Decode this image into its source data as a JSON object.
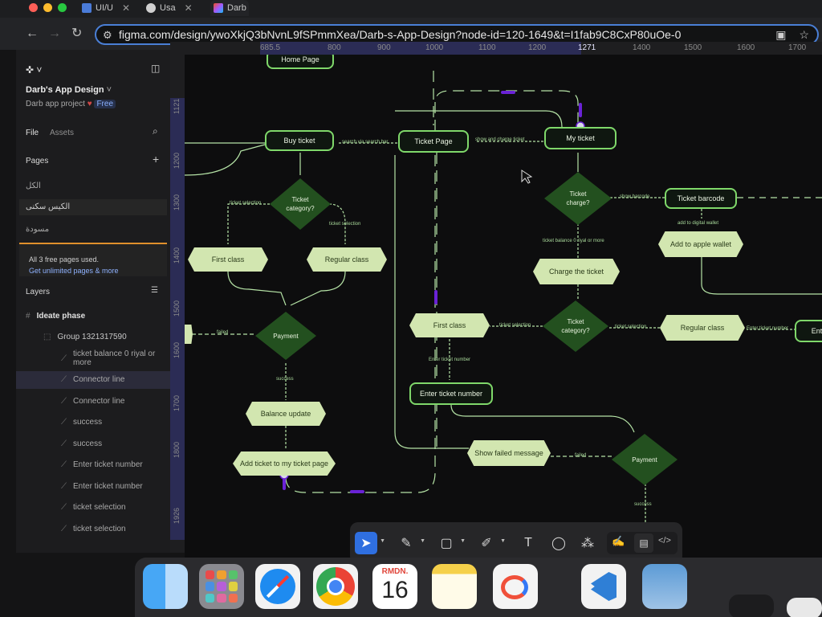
{
  "browser": {
    "tabs": [
      {
        "title": "UI/U"
      },
      {
        "title": "Usa"
      },
      {
        "title": "Darb"
      }
    ],
    "url": "figma.com/design/ywoXkjQ3bNvnL9fSPmmXea/Darb-s-App-Design?node-id=120-1649&t=I1fab9C8CxP80uOe-0"
  },
  "figma": {
    "file_name": "Darb's App Design",
    "project": "Darb app project",
    "plan_badge": "Free",
    "panel_tabs": {
      "file": "File",
      "assets": "Assets"
    },
    "pages_header": "Pages",
    "pages": [
      "الكل",
      "الكيس سكنى",
      "مسودة"
    ],
    "banner": {
      "text": "All 3 free pages used.",
      "link": "Get unlimited pages & more"
    },
    "layers_header": "Layers",
    "layers": [
      {
        "label": "Ideate phase",
        "level": 0
      },
      {
        "label": "Group 1321317590",
        "level": 1
      },
      {
        "label": "ticket balance 0 riyal or more",
        "level": 2
      },
      {
        "label": "Connector line",
        "level": 2,
        "selected": true
      },
      {
        "label": "Connector line",
        "level": 2
      },
      {
        "label": "success",
        "level": 2
      },
      {
        "label": "success",
        "level": 2
      },
      {
        "label": "Enter ticket number",
        "level": 2
      },
      {
        "label": "Enter ticket number",
        "level": 2
      },
      {
        "label": "ticket selection",
        "level": 2
      },
      {
        "label": "ticket selection",
        "level": 2
      }
    ]
  },
  "rulers": {
    "top": [
      "685.5",
      "800",
      "900",
      "1000",
      "1100",
      "1200",
      "1271",
      "1400",
      "1500",
      "1600",
      "1700"
    ],
    "left": [
      "1121",
      "1200",
      "1300",
      "1400",
      "1500",
      "1600",
      "1700",
      "1800",
      "1926"
    ]
  },
  "canvas": {
    "nodes": {
      "home_page": "Home Page",
      "buy_ticket": "Buy ticket",
      "ticket_category_left": "Ticket\ncategory?",
      "first_class_left": "First class",
      "regular_class_left": "Regular class",
      "payment_left": "Payment",
      "balance_update": "Balance update",
      "add_ticket": "Add ticket to my ticket page",
      "ticket_page": "Ticket Page",
      "my_ticket": "My ticket",
      "ticket_charge": "Ticket\ncharge?",
      "ticket_barcode": "Ticket barcode",
      "add_apple_wallet": "Add to apple wallet",
      "charge_the_ticket": "Charge the ticket",
      "ticket_category_right": "Ticket\ncategory?",
      "first_class_right": "First class",
      "regular_class_right": "Regular class",
      "enter_partial": "Ente",
      "enter_ticket_number": "Enter ticket number",
      "payment_right": "Payment",
      "show_failed": "Show failed message"
    },
    "edge_labels": {
      "search_via": "search via search bar",
      "show_and_charge": "show and charge ticket",
      "ticket_selection_1": "ticket selection",
      "ticket_selection_2": "ticket selection",
      "failed_left": "failed",
      "success_left": "success",
      "show_barcode": "show barcode",
      "add_digital": "add to digital wallet",
      "balance_0": "ticket balance 0 riyal or more",
      "ticket_selection_3": "ticket selection",
      "ticket_selection_4": "ticket selection",
      "enter_ticket_number_edge": "Enter ticket number",
      "enter_ticket_number_edge2": "Enter ticket number",
      "failed_right": "failed",
      "success_right": "success"
    }
  },
  "dock": {
    "calendar": {
      "month": "RMDN.",
      "day": "16"
    }
  },
  "colors": {
    "accent": "#2f6fe0",
    "node_border": "#7fd86a",
    "hex_fill": "#d2e6b0",
    "diamond_fill": "#23501f",
    "connector_purple": "#6a22d6"
  }
}
